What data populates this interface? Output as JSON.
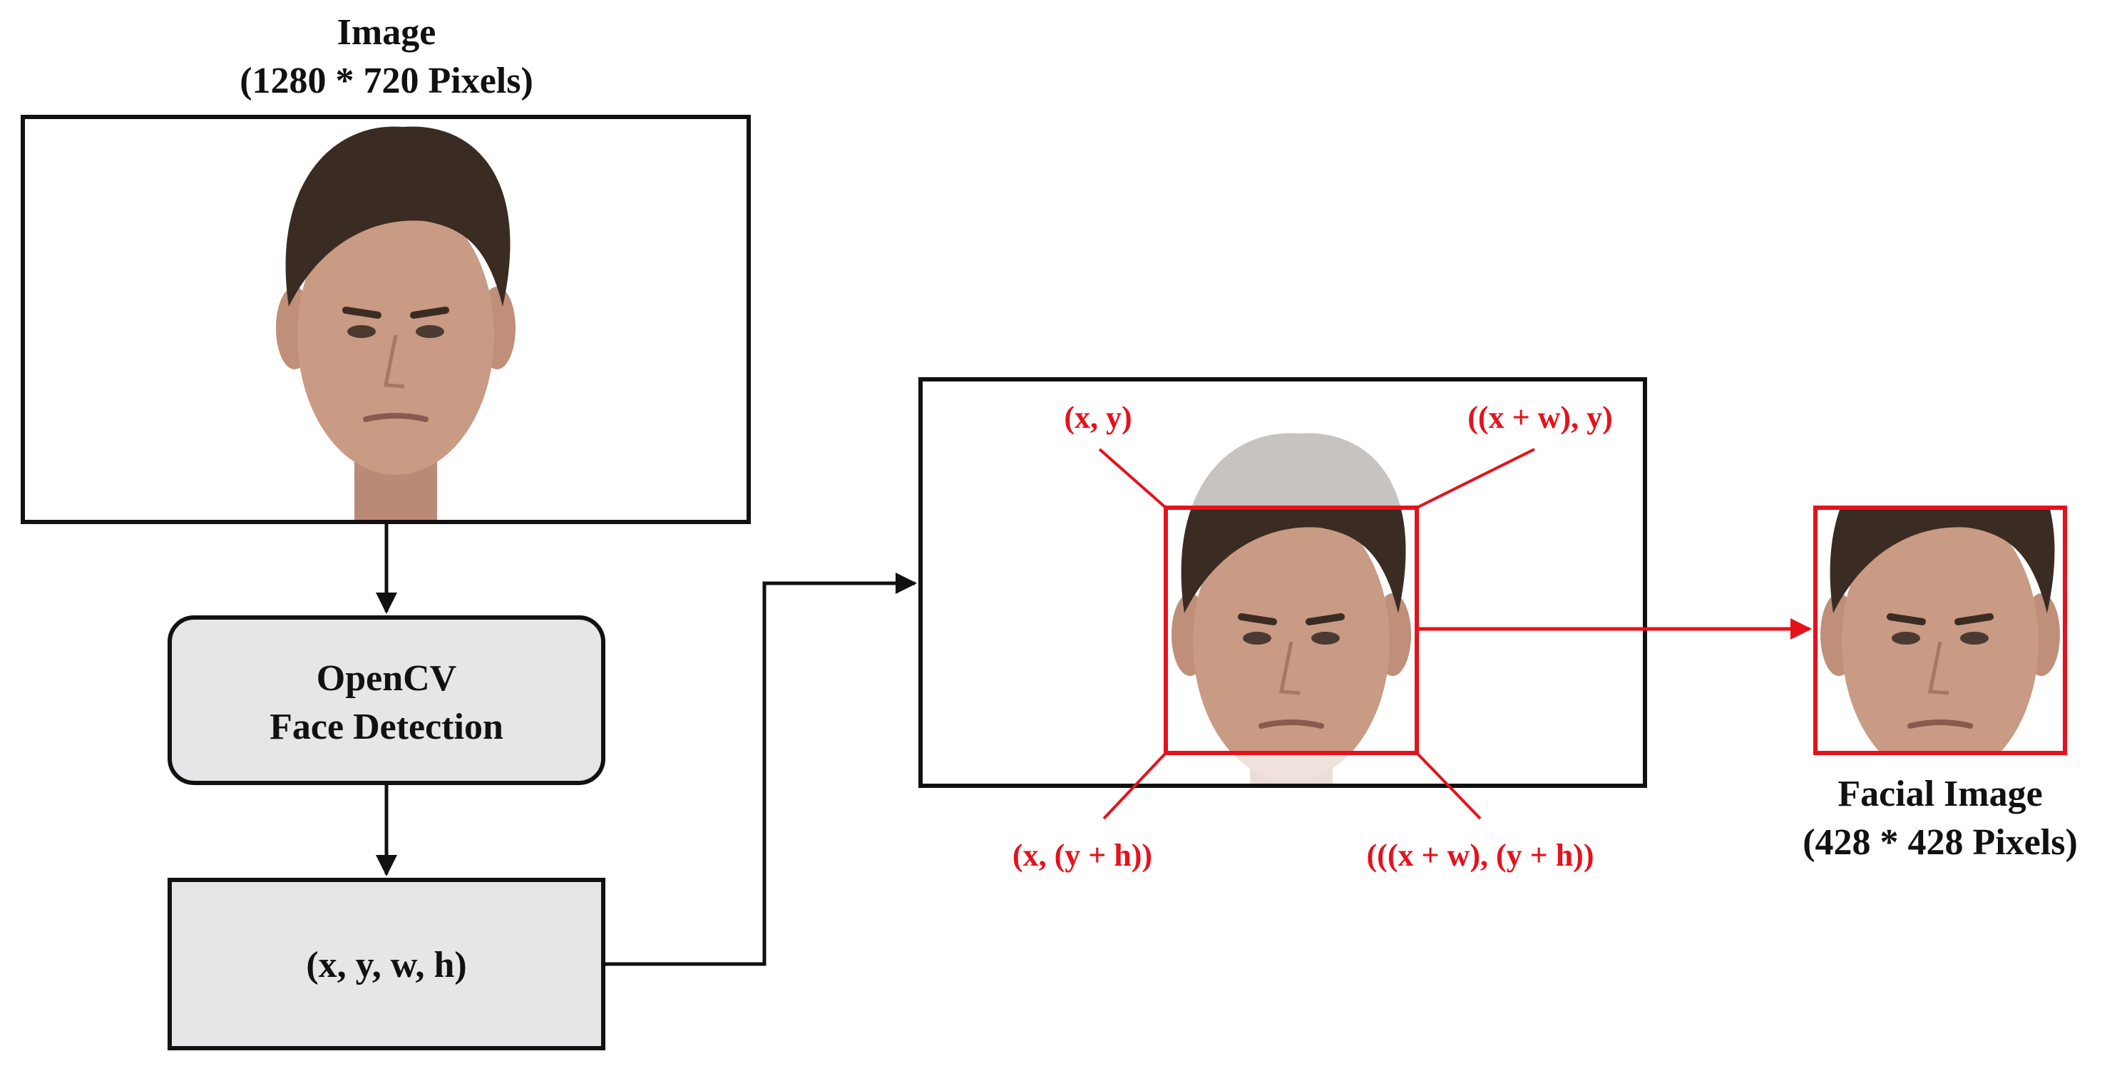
{
  "colors": {
    "stroke": "#111111",
    "accent_red": "#e5121c",
    "box_fill": "#e6e6e8",
    "skin": "#c99a84",
    "hair": "#3a2c22",
    "shirt": "#222222"
  },
  "input_image": {
    "title_line1": "Image",
    "title_line2": "(1280 * 720 Pixels)",
    "content_icon": "portrait-photo"
  },
  "detection_box": {
    "line1": "OpenCV",
    "line2": "Face Detection"
  },
  "coords_box": {
    "label": "(x, y, w, h)"
  },
  "bbox_labels": {
    "top_left": "(x, y)",
    "top_right": "((x + w), y)",
    "bottom_left": "(x, (y + h))",
    "bottom_right": "(((x + w), (y + h))"
  },
  "output_image": {
    "title_line1": "Facial Image",
    "title_line2": "(428 * 428 Pixels)",
    "content_icon": "cropped-face-photo"
  }
}
